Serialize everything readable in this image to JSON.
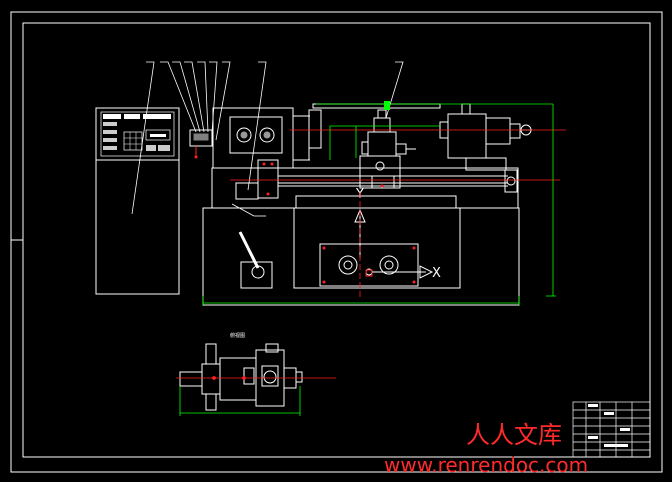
{
  "canvas": {
    "background": "#000000"
  },
  "colors": {
    "line": "#ffffff",
    "dimension": "#00ff00",
    "centerline": "#ff2020",
    "accent": "#ffff00",
    "watermark": "#ff2a2a"
  },
  "diagram": {
    "axis_x_label": "X",
    "axis_y_label": "Y",
    "small_view_title": "俯视图"
  },
  "watermark": {
    "line1": "人人文库",
    "line2": "www.renrendoc.com"
  }
}
